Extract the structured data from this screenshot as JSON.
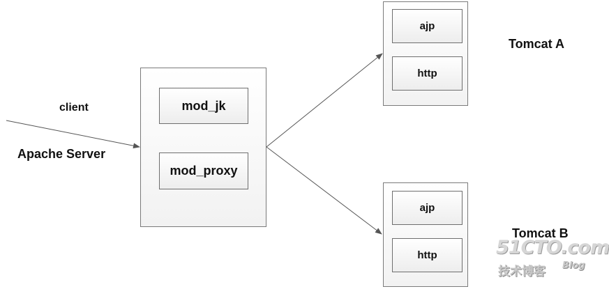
{
  "client_label": "client",
  "apache": {
    "label": "Apache Server",
    "modules": [
      "mod_jk",
      "mod_proxy"
    ]
  },
  "tomcat_a": {
    "label": "Tomcat A",
    "connectors": [
      "ajp",
      "http"
    ]
  },
  "tomcat_b": {
    "label": "Tomcat B",
    "connectors": [
      "ajp",
      "http"
    ]
  },
  "watermark": {
    "logo": "51CTO.com",
    "sub": "技术博客",
    "blog": "Blog"
  },
  "colors": {
    "line": "#555555",
    "box_border": "#7a7a7a"
  }
}
